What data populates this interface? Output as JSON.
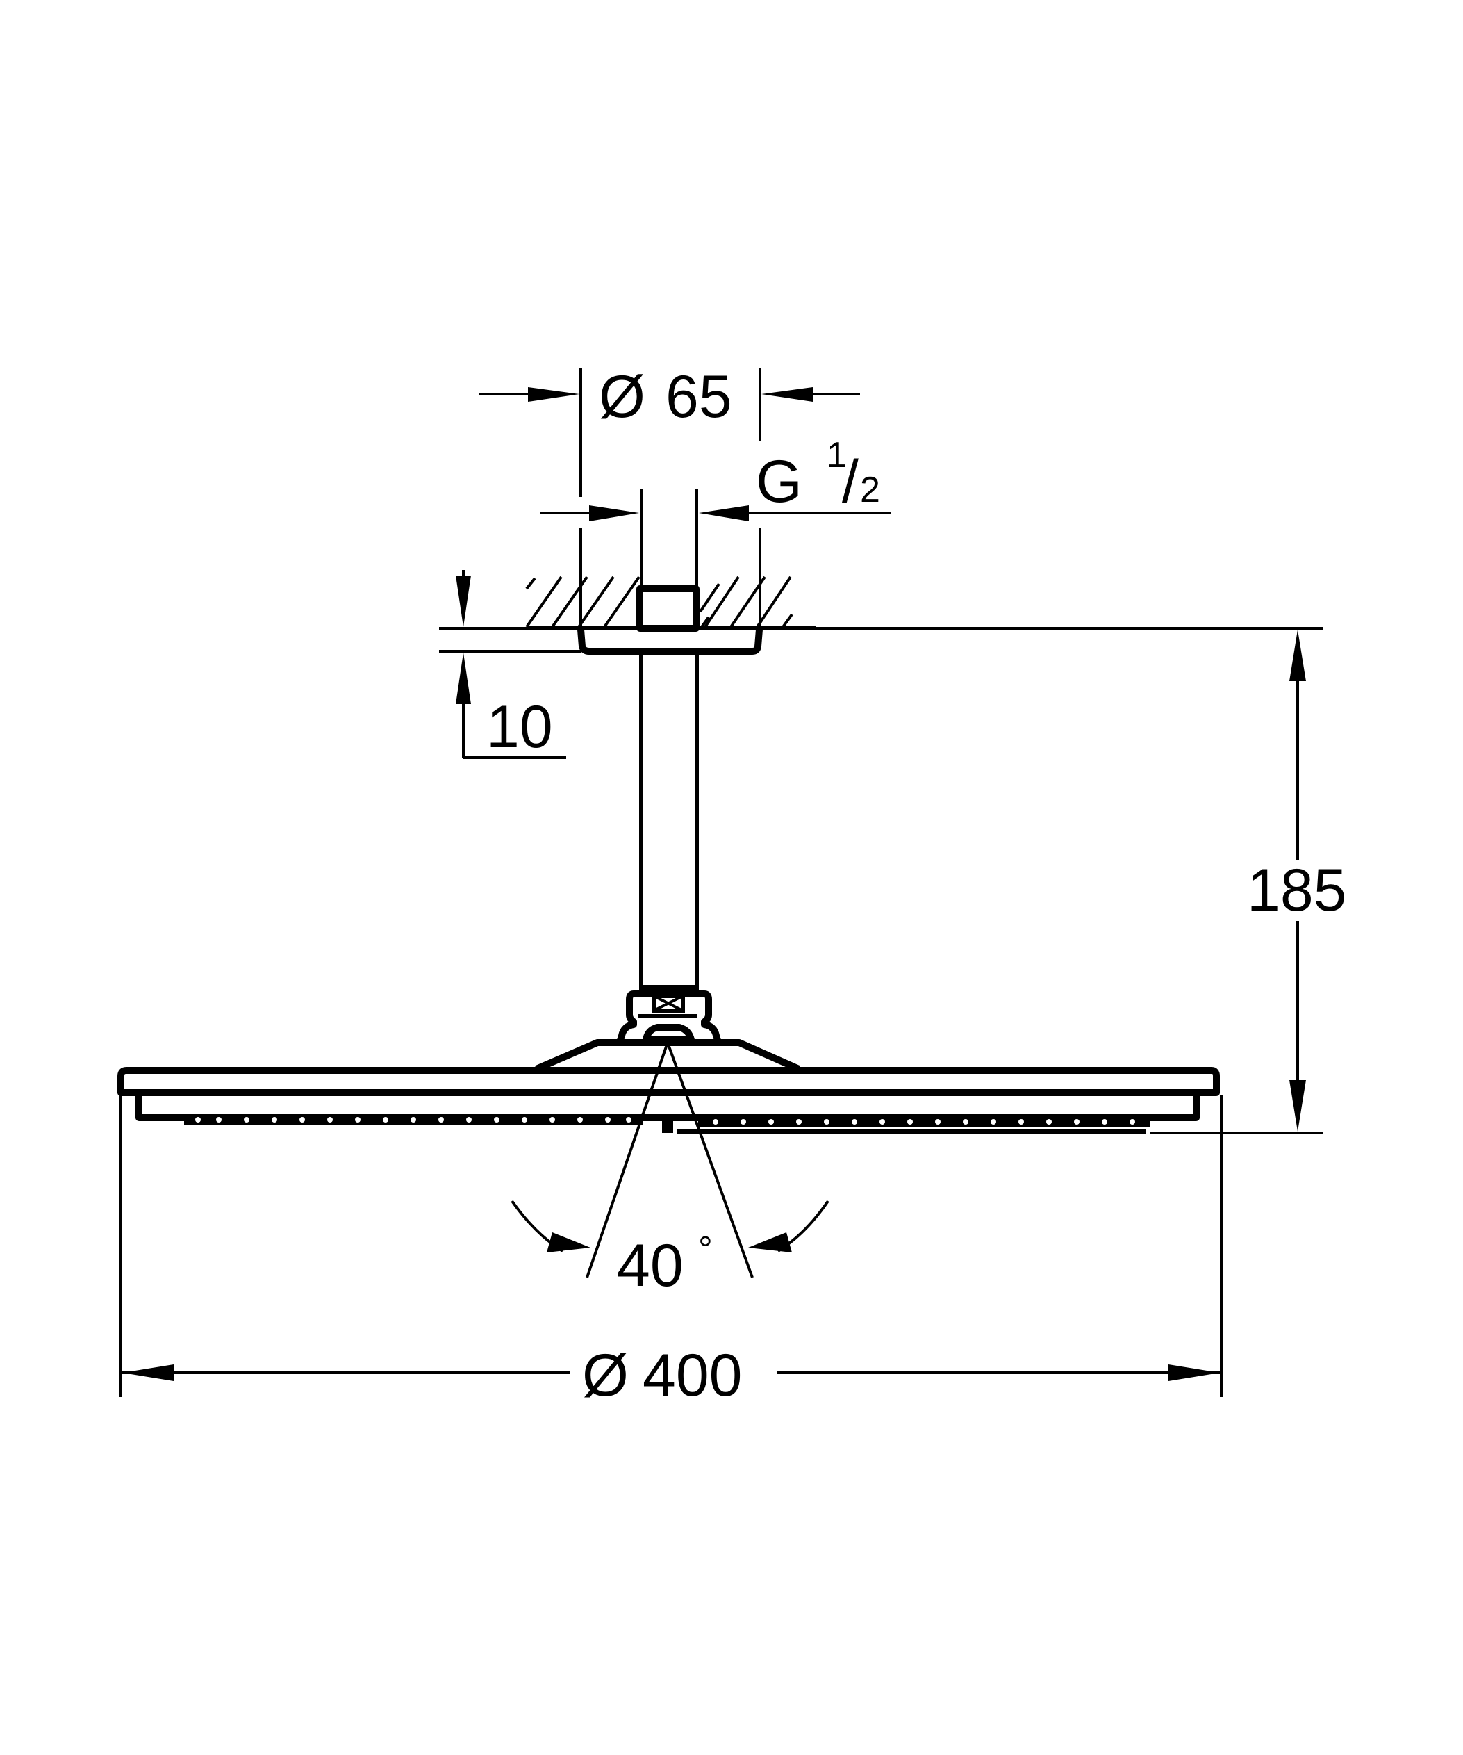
{
  "drawing": {
    "type": "technical-dimension-drawing",
    "subject": "ceiling-mounted rain shower head with shower arm",
    "background_color": "#ffffff",
    "line_color": "#000000"
  },
  "dimensions": {
    "canopy_diameter": {
      "symbol": "Ø",
      "value": "65"
    },
    "thread": {
      "label": "G",
      "fraction_num": "1",
      "fraction_sep": "/",
      "fraction_den": "2"
    },
    "canopy_height": {
      "value": "10"
    },
    "total_drop": {
      "value": "185"
    },
    "spray_angle": {
      "value": "40",
      "unit": "°"
    },
    "head_diameter": {
      "symbol": "Ø",
      "value": "400"
    }
  }
}
